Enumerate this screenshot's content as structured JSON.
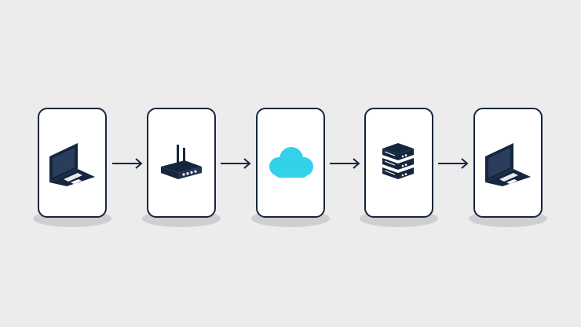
{
  "diagram": {
    "nodes": [
      {
        "id": "source-laptop",
        "icon": "laptop-icon"
      },
      {
        "id": "router",
        "icon": "router-icon"
      },
      {
        "id": "cloud",
        "icon": "cloud-icon"
      },
      {
        "id": "server",
        "icon": "server-rack-icon"
      },
      {
        "id": "destination-laptop",
        "icon": "laptop-icon"
      }
    ],
    "edges": [
      {
        "from": "source-laptop",
        "to": "router"
      },
      {
        "from": "router",
        "to": "cloud"
      },
      {
        "from": "cloud",
        "to": "server"
      },
      {
        "from": "server",
        "to": "destination-laptop"
      }
    ]
  },
  "colors": {
    "background": "#ececec",
    "card_fill": "#ffffff",
    "outline": "#16263f",
    "cloud": "#33d1ea",
    "shadow": "#cfcfcf"
  }
}
